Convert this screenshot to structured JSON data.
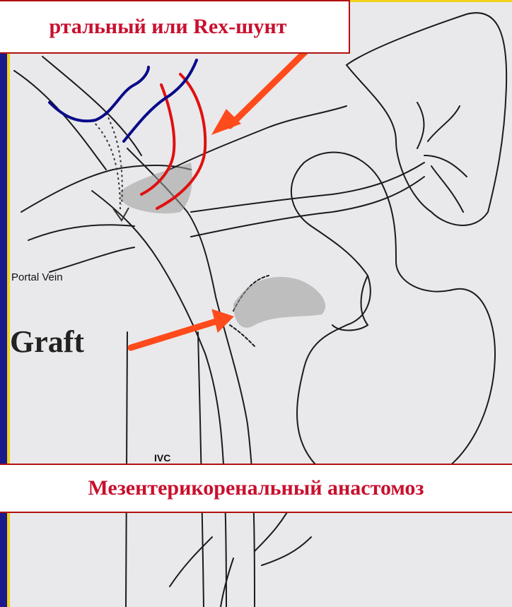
{
  "callouts": {
    "top": "ртальный или Rex-шунт",
    "bottom": "Мезентерикоренальный анастомоз"
  },
  "labels": {
    "portal_vein": "Portal Vein",
    "graft": "Graft",
    "ivc": "IVC"
  },
  "colors": {
    "frame": "#1a1a8c",
    "frame_accent": "#f2d21b",
    "callout_text": "#c8102e",
    "arrow": "#ff4a1c",
    "rex_shunt_line": "#e01010",
    "vessel_line": "#0a0a8a"
  }
}
